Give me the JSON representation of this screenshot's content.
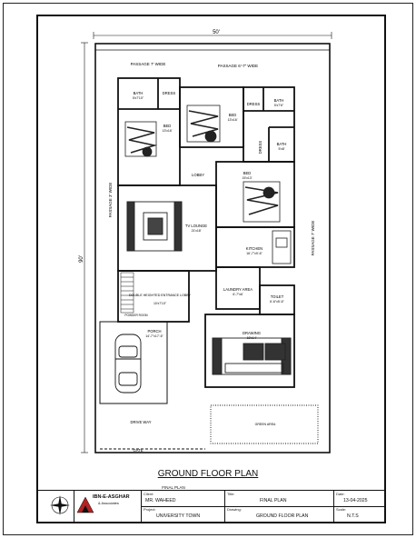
{
  "dimensions": {
    "width_label": "50'",
    "depth_label": "90'"
  },
  "passages": {
    "top_left": "PASSAGE 7' WIDE",
    "top_right": "PASSAGE 6'-7\" WIDE",
    "left_side": "PASSAGE 3' WIDE",
    "right_side": "PASSAGE 7' WIDE"
  },
  "rooms": {
    "bath1": "BATH",
    "bath1_size": "5'x7'10\"",
    "dress1": "DRESS",
    "bed1": "BED",
    "bed1_size": "13'x16'",
    "bed2": "BED",
    "bed2_size": "13'x16'",
    "dress2": "DRESS",
    "bath2": "BATH",
    "bath2_size": "5'x7'6\"",
    "dress3": "DRESS",
    "bath3": "BATH",
    "bath3_size": "5'x8'",
    "lobby": "LOBBY",
    "bed3": "BED",
    "bed3_size": "15'x13'",
    "tv_lounge": "TV LOUNGE",
    "tv_lounge_size": "21'x18'",
    "kitchen": "KITCHEN",
    "kitchen_size": "16'-7\"x9'-6\"",
    "laundry": "LAUNDRY AREA",
    "laundry_size": "6'-7\"x6'",
    "entrance": "DOUBLE HEIGHTED ENTRANCE LOBBY",
    "entrance_size": "10'x7'10\"",
    "powder": "POWDER ROOM",
    "toilet": "TOILET",
    "toilet_size": "6'-6\"x5'-6\"",
    "porch": "PORCH",
    "porch_size": "14'-7\"x17'-6\"",
    "drawing": "DRAWING",
    "drawing_size": "18'x14'",
    "drive_way": "DRIVE WAY",
    "gate": "GATE",
    "green_area": "GREEN AREA"
  },
  "titles": {
    "main": "GROUND FLOOR PLAN",
    "sub": "FINAL PLAN"
  },
  "title_block": {
    "company": "IBN-E-ASGHAR",
    "company_sub": "& Associates",
    "client_label": "Client:",
    "client": "MR. WAHEED",
    "project_label": "Project:",
    "project": "UNIVERSITY TOWN",
    "title_label": "Title:",
    "title": "FINAL PLAN",
    "drawing_label": "Drawing:",
    "drawing": "GROUND FLOOR PLAN",
    "date_label": "Date:",
    "date": "13-04-2025",
    "scale_label": "Scale:",
    "scale": "N.T.S"
  },
  "colors": {
    "line": "#111111",
    "furniture": "#333333",
    "logo_red": "#b22222"
  }
}
